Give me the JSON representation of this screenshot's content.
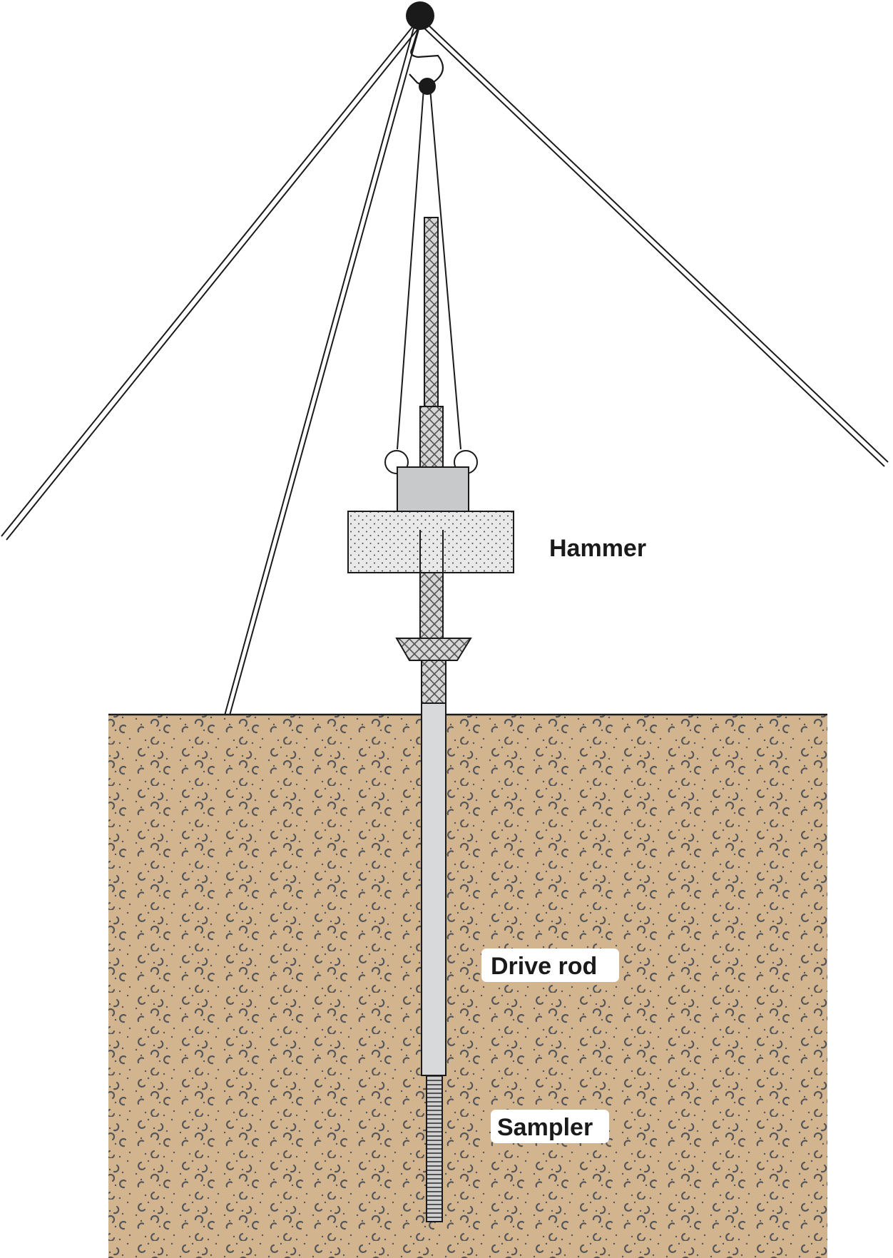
{
  "labels": {
    "hammer": "Hammer",
    "drive_rod": "Drive rod",
    "sampler": "Sampler"
  },
  "colors": {
    "soil": "#d2b48f",
    "soil_marks": "#55565a",
    "rod": "#d8d9db",
    "hammer_block": "#e8e8e8",
    "cap": "#c8c9cb",
    "line": "#1a1a1a"
  }
}
